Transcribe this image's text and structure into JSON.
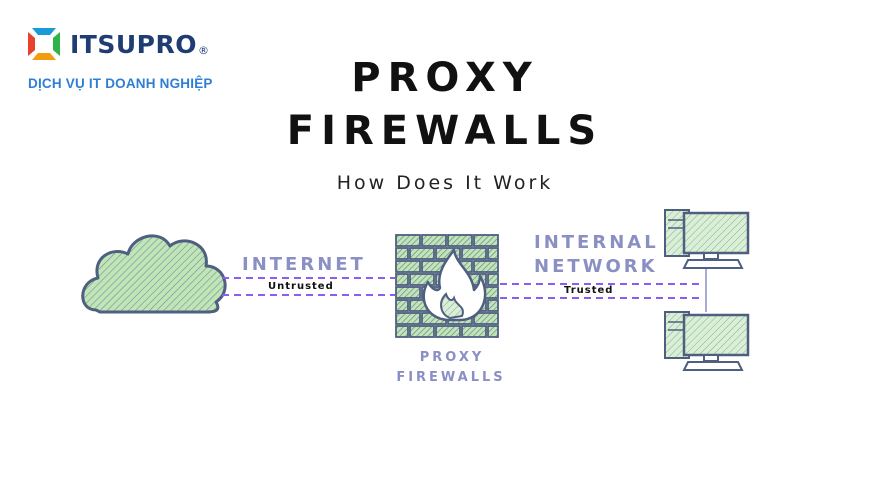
{
  "brand": {
    "name": "ITSUPRO",
    "registered_mark": "®",
    "tagline": "DỊCH VỤ IT DOANH NGHIỆP",
    "colors": {
      "top": "#1a9bd7",
      "right": "#2db34a",
      "bottom": "#f39c12",
      "left": "#e8412c",
      "text": "#1f3c73",
      "tagline": "#2e7fd4"
    }
  },
  "header": {
    "title_line1": "PROXY",
    "title_line2": "FIREWALLS",
    "subtitle": "How Does It Work"
  },
  "diagram": {
    "internet_label": "INTERNET",
    "untrusted_label": "Untrusted",
    "internal_label_line1": "INTERNAL",
    "internal_label_line2": "NETWORK",
    "trusted_label": "Trusted",
    "firewall_label_line1": "PROXY",
    "firewall_label_line2": "FIREWALLS",
    "icons": [
      "cloud-icon",
      "firewall-brick-icon",
      "flame-icon",
      "computer-icon",
      "computer-icon"
    ],
    "colors": {
      "green_fill": "#bfe6b4",
      "hatch": "#6b7a99",
      "lavender": "#8a8fc4",
      "dash_line": "#8b5cf6"
    }
  }
}
